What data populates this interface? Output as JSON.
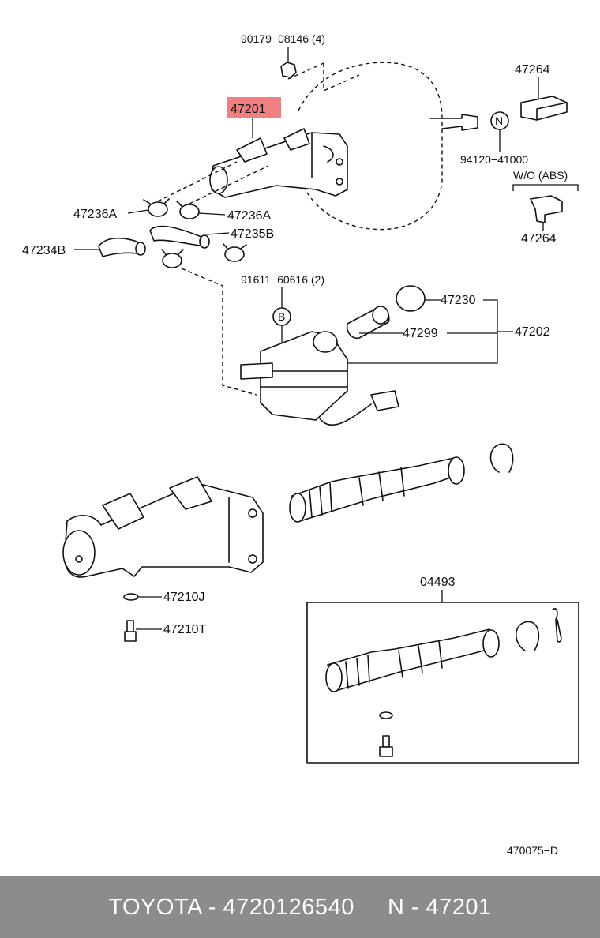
{
  "parts": {
    "nut_90179": "90179−08146 (4)",
    "master_cyl_highlight": "47201",
    "bracket_top": "47264",
    "n_mark": "N",
    "part_94120": "94120−41000",
    "wo_abs": "W/O (ABS)",
    "bracket_bottom": "47264",
    "clamp_left": "47236A",
    "clamp_right": "47236A",
    "hose_47235b": "47235B",
    "hose_47234b": "47234B",
    "bolt_91611": "91611−60616 (2)",
    "b_mark": "B",
    "cap_47230": "47230",
    "strainer_47299": "47299",
    "reservoir_47202": "47202",
    "gasket_47210j": "47210J",
    "bolt_47210t": "47210T",
    "kit_04493": "04493",
    "drawing_code": "470075−D"
  },
  "highlight_color": "#f08080",
  "footer": {
    "brand": "TOYOTA - 4720126540",
    "ref": "N - 47201"
  }
}
